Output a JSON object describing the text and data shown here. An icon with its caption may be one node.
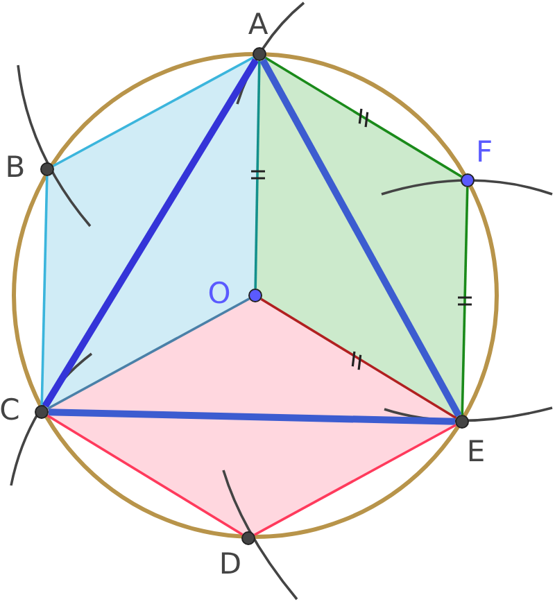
{
  "diagram": {
    "nodes": [
      {
        "text": [
          "A"
        ]
      },
      {
        "text": [
          "B"
        ]
      },
      {
        "text": [
          "C"
        ]
      },
      {
        "text": [
          "D"
        ]
      },
      {
        "text": [
          "E"
        ]
      },
      {
        "text": [
          "F"
        ]
      },
      {
        "text": [
          "O"
        ]
      }
    ],
    "edges": [
      {
        "from": 0,
        "to": 1,
        "arrow": "none",
        "color": "#3bb5dc"
      },
      {
        "from": 1,
        "to": 2,
        "arrow": "none",
        "color": "#3bb5dc"
      },
      {
        "from": 0,
        "to": 2,
        "arrow": "none",
        "style": "thick",
        "color": "#3434d8"
      },
      {
        "from": 0,
        "to": 6,
        "arrow": "none",
        "color": "#14908c"
      },
      {
        "from": 6,
        "to": 2,
        "arrow": "none",
        "color": "#4a80a8"
      },
      {
        "from": 0,
        "to": 5,
        "arrow": "none",
        "color": "#1a8a1a"
      },
      {
        "from": 5,
        "to": 4,
        "arrow": "none",
        "color": "#1a8a1a"
      },
      {
        "from": 0,
        "to": 4,
        "arrow": "none",
        "style": "thick",
        "color": "#3c5cd0"
      },
      {
        "from": 6,
        "to": 4,
        "arrow": "none",
        "color": "#b02020"
      },
      {
        "from": 2,
        "to": 4,
        "arrow": "none",
        "style": "thick",
        "color": "#3c5cd0"
      },
      {
        "from": 2,
        "to": 3,
        "arrow": "none",
        "color": "#ff3a5c"
      },
      {
        "from": 3,
        "to": 4,
        "arrow": "none",
        "color": "#ff3a5c"
      }
    ]
  }
}
